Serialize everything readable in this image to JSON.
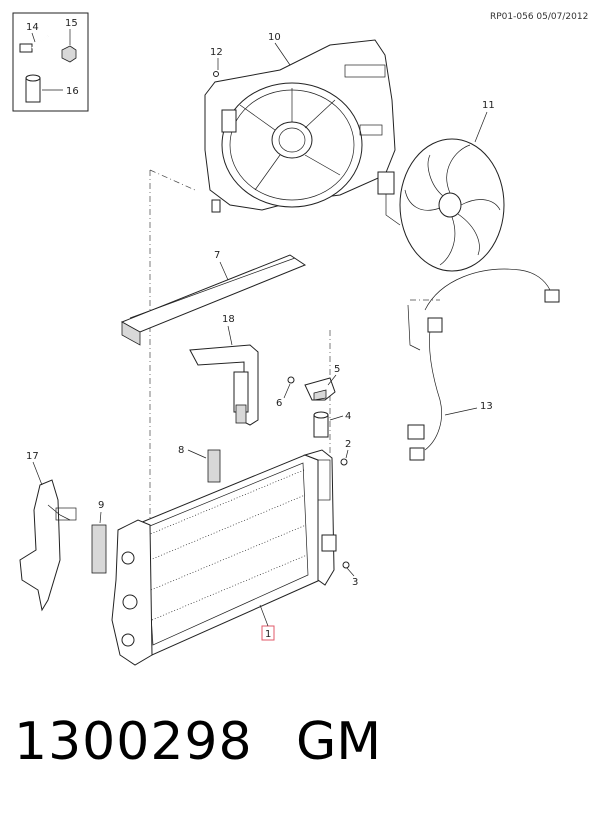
{
  "header": {
    "drawing_ref": "RP01-056 05/07/2012"
  },
  "callouts": {
    "c1": "1",
    "c2": "2",
    "c3": "3",
    "c4": "4",
    "c5": "5",
    "c6": "6",
    "c7": "7",
    "c8": "8",
    "c9": "9",
    "c10": "10",
    "c11": "11",
    "c12": "12",
    "c13": "13",
    "c14": "14",
    "c15": "15",
    "c16": "16",
    "c17": "17",
    "c18": "18"
  },
  "highlight_color": "#e05a6a",
  "footer": {
    "part_number": "1300298",
    "brand": "GM"
  }
}
